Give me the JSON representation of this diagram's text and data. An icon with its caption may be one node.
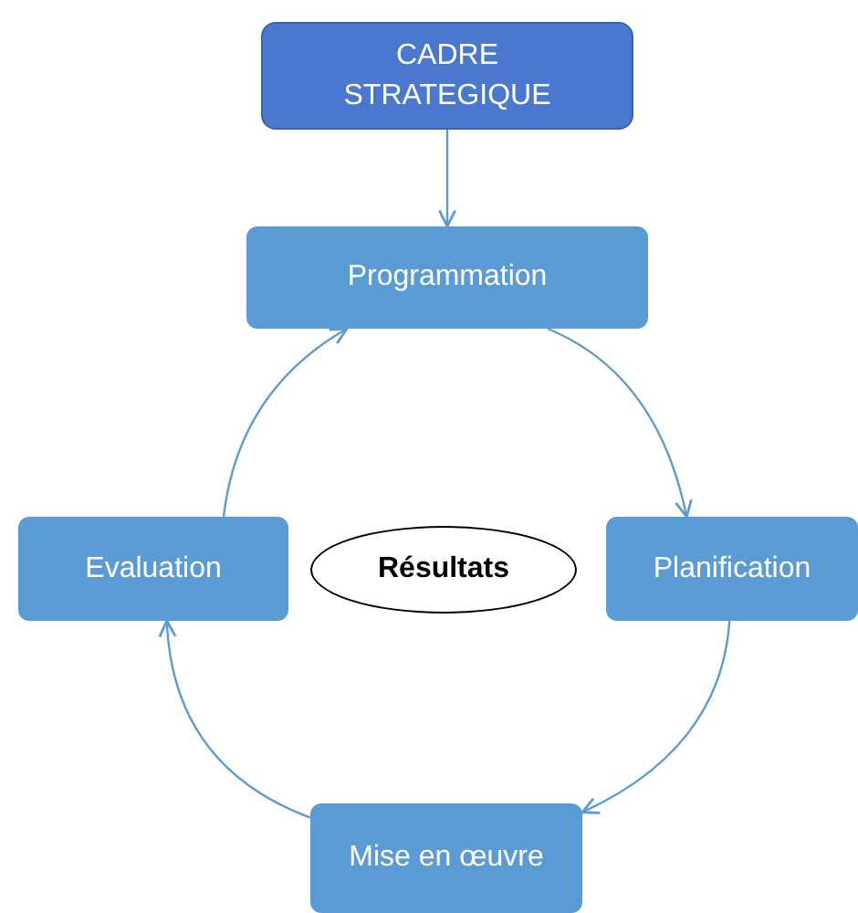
{
  "diagram": {
    "nodes": [
      {
        "text": [
          "CADRE STRATEGIQUE"
        ]
      },
      {
        "text": [
          "Programmation"
        ]
      },
      {
        "text": [
          "Evaluation"
        ]
      },
      {
        "text": [
          "Résultats"
        ]
      },
      {
        "text": [
          "Planification"
        ]
      },
      {
        "text": [
          "Mise en œuvre"
        ]
      }
    ],
    "edges": [
      {
        "from": 0,
        "to": 1,
        "arrow": "to"
      },
      {
        "from": 1,
        "to": 4,
        "arrow": "to"
      },
      {
        "from": 4,
        "to": 5,
        "arrow": "to"
      },
      {
        "from": 5,
        "to": 2,
        "arrow": "to"
      },
      {
        "from": 2,
        "to": 1,
        "arrow": "to"
      }
    ]
  }
}
